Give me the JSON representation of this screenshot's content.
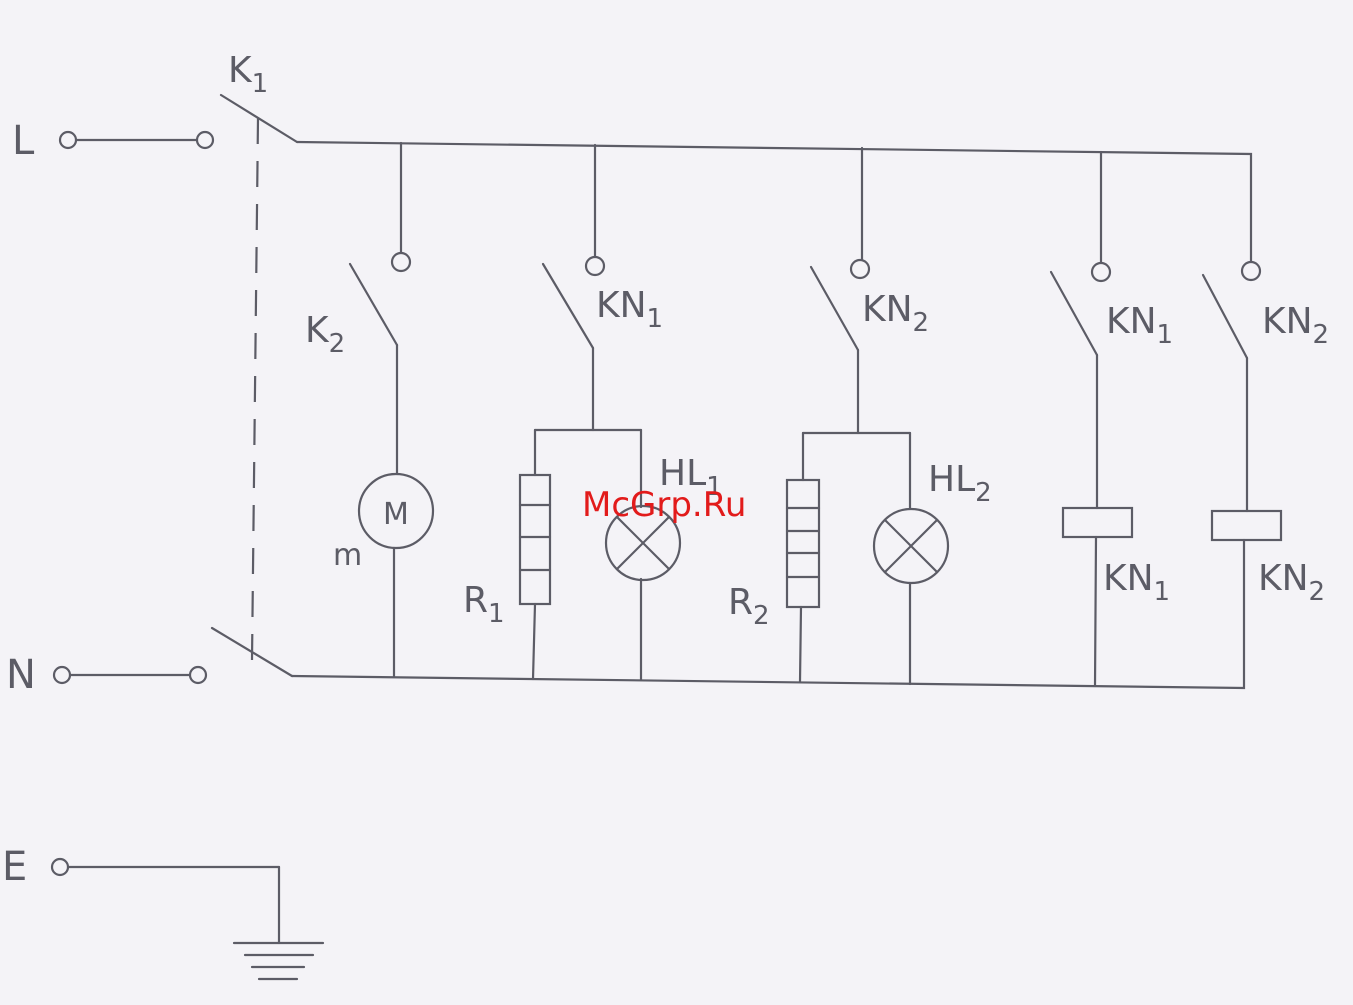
{
  "terminals": {
    "line": "L",
    "neutral": "N",
    "earth": "E"
  },
  "labels": {
    "main_switch": {
      "base": "K",
      "index": "1"
    },
    "motor_switch": {
      "base": "K",
      "index": "2"
    },
    "motor_symbol": "M",
    "motor_mark": "m",
    "heater1_contact": {
      "base": "KN",
      "index": "1"
    },
    "heater2_contact": {
      "base": "KN",
      "index": "2"
    },
    "relay1_contact": {
      "base": "KN",
      "index": "1"
    },
    "relay2_contact": {
      "base": "KN",
      "index": "2"
    },
    "resistor1": {
      "base": "R",
      "index": "1"
    },
    "resistor2": {
      "base": "R",
      "index": "2"
    },
    "lamp1": {
      "base": "HL",
      "index": "1"
    },
    "lamp2": {
      "base": "HL",
      "index": "2"
    },
    "coil1": {
      "base": "KN",
      "index": "1"
    },
    "coil2": {
      "base": "KN",
      "index": "2"
    }
  },
  "watermark": "McGrp.Ru"
}
